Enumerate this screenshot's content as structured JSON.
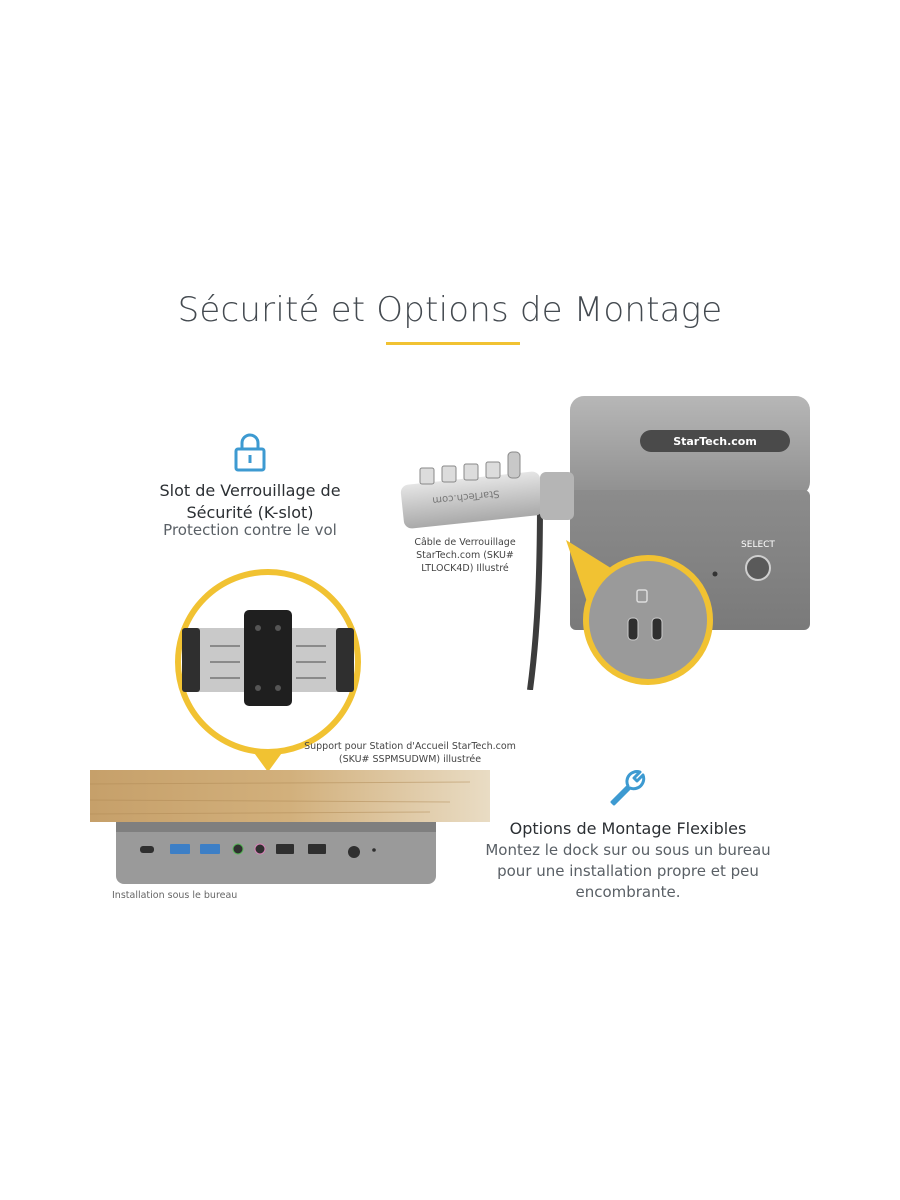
{
  "header": {
    "title": "Sécurité et Options de Montage",
    "accent_color": "#f1c232"
  },
  "security": {
    "icon": "lock-icon",
    "title_line1": "Slot de Verrouillage de",
    "title_line2": "Sécurité (K-slot)",
    "subtitle": "Protection contre le vol",
    "cable_caption_line1": "Câble de Verrouillage",
    "cable_caption_line2": "StarTech.com (SKU#",
    "cable_caption_line3": "LTLOCK4D) Illustré",
    "lock_brand": "StarTech.com",
    "dock_brand": "StarTech.com",
    "select_label": "SELECT"
  },
  "mounting": {
    "icon": "wrench-icon",
    "bracket_caption_line1": "Support pour Station d'Accueil StarTech.com",
    "bracket_caption_line2": "(SKU# SSPMSUDWM) illustrée",
    "under_desk_caption": "Installation sous le bureau",
    "title": "Options de Montage Flexibles",
    "desc_line1": "Montez le dock sur ou sous un bureau",
    "desc_line2": "pour une installation propre et peu",
    "desc_line3": "encombrante."
  },
  "colors": {
    "icon_blue": "#3d9ad1",
    "accent_yellow": "#f1c232",
    "dock_gray": "#8a8a8a",
    "wood": "#c7a472"
  }
}
